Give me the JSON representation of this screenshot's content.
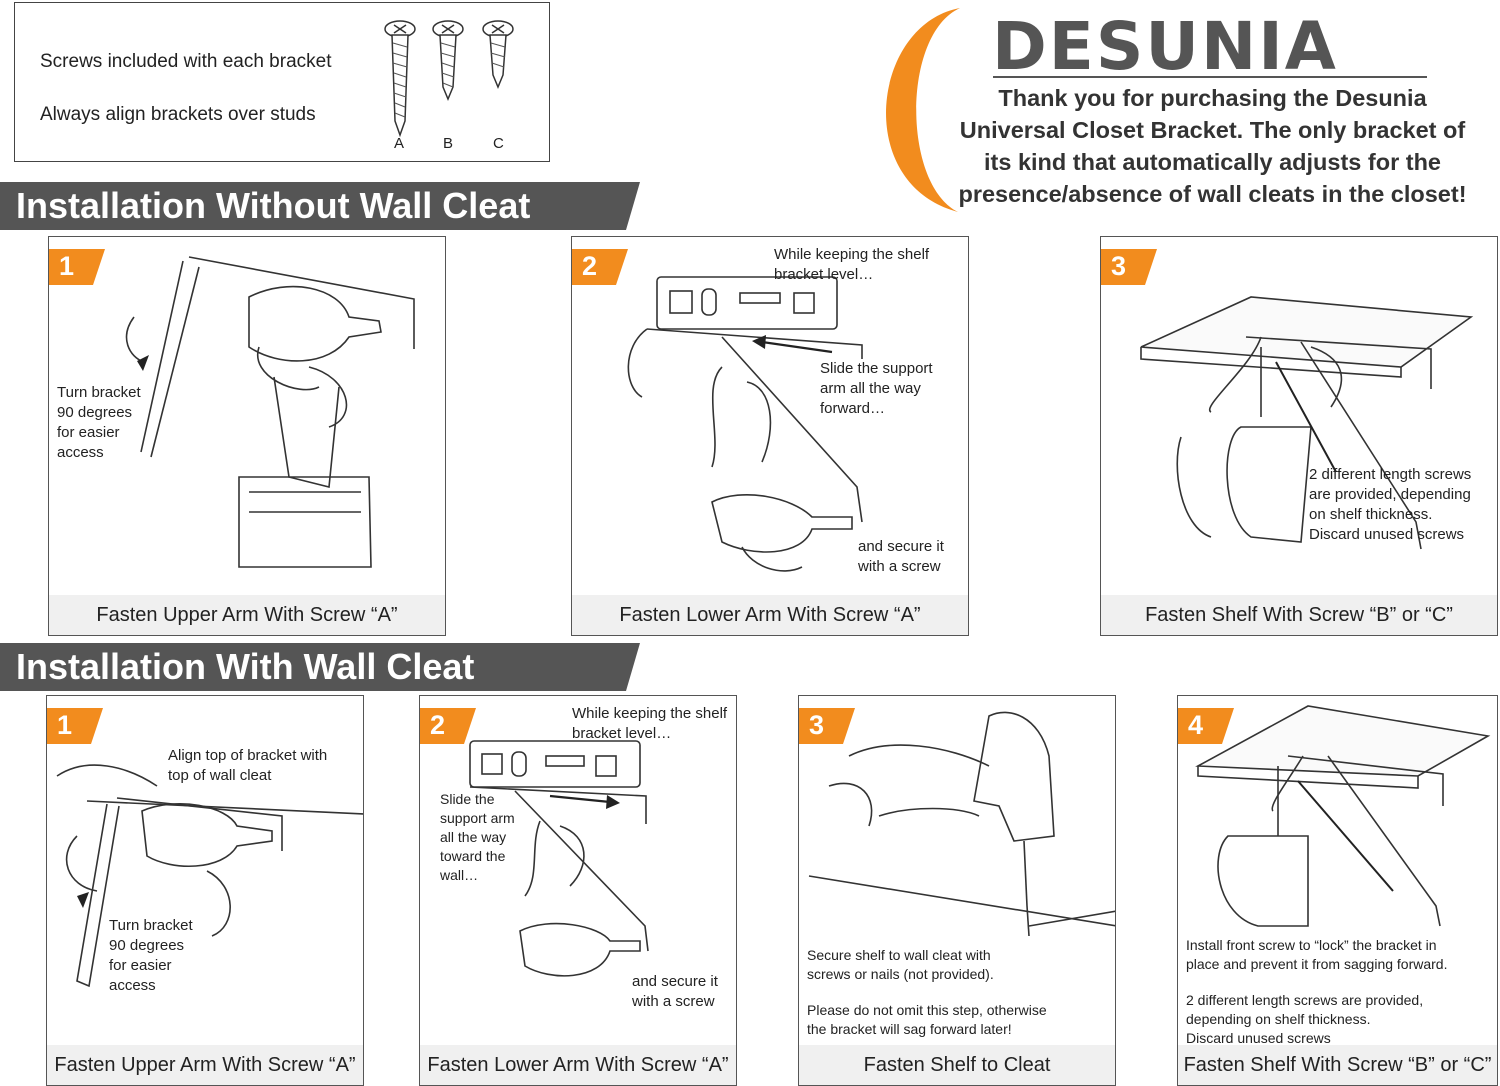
{
  "screws": {
    "note1": "Screws included with each bracket",
    "note2": "Always align brackets over studs",
    "labels": [
      "A",
      "B",
      "C"
    ]
  },
  "brand": {
    "logo_text": "DESUNIA",
    "message_lines": [
      "Thank you for purchasing the Desunia",
      "Universal Closet Bracket. The only bracket of",
      "its kind that automatically adjusts for the",
      "presence/absence of wall cleats in the closet!"
    ]
  },
  "colors": {
    "accent": "#f28c1e",
    "banner": "#555555",
    "caption_bg": "#f0f0f0"
  },
  "without_cleat": {
    "title": "Installation Without Wall Cleat",
    "steps": [
      {
        "number": "1",
        "caption": "Fasten Upper Arm With Screw “A”",
        "notes": [
          "Turn bracket",
          "90 degrees",
          "for easier",
          "access"
        ]
      },
      {
        "number": "2",
        "caption": "Fasten Lower Arm With Screw “A”",
        "note_top": [
          "While keeping the shelf",
          "bracket level…"
        ],
        "note_mid": [
          "Slide the support",
          "arm all the way",
          "forward…"
        ],
        "note_bottom": [
          "and secure it",
          "with a screw"
        ]
      },
      {
        "number": "3",
        "caption": "Fasten Shelf  With Screw “B” or “C”",
        "notes": [
          "2 different length screws",
          "are provided, depending",
          "on shelf thickness.",
          "Discard unused screws"
        ]
      }
    ]
  },
  "with_cleat": {
    "title": "Installation With Wall Cleat",
    "steps": [
      {
        "number": "1",
        "caption": "Fasten Upper Arm With Screw “A”",
        "note_top": [
          "Align top of bracket with",
          "top of wall cleat"
        ],
        "note_bottom": [
          "Turn bracket",
          "90 degrees",
          "for easier",
          "access"
        ]
      },
      {
        "number": "2",
        "caption": "Fasten Lower Arm With Screw “A”",
        "note_top": [
          "While keeping the shelf",
          "bracket level…"
        ],
        "note_mid": [
          "Slide the",
          "support arm",
          "all the way",
          "toward the",
          "wall…"
        ],
        "note_bottom": [
          "and secure it",
          "with a screw"
        ]
      },
      {
        "number": "3",
        "caption": "Fasten Shelf to Cleat",
        "note_a": [
          "Secure shelf to wall cleat with",
          "screws or nails (not provided)."
        ],
        "note_b": [
          "Please do not omit this step, otherwise",
          "the bracket will sag forward later!"
        ]
      },
      {
        "number": "4",
        "caption": "Fasten Shelf  With Screw “B” or “C”",
        "note_a": [
          "Install front screw to “lock” the bracket in",
          "place and prevent it from sagging forward."
        ],
        "note_b": [
          "2 different length screws are provided,",
          "depending on shelf thickness.",
          "Discard unused screws"
        ]
      }
    ]
  }
}
